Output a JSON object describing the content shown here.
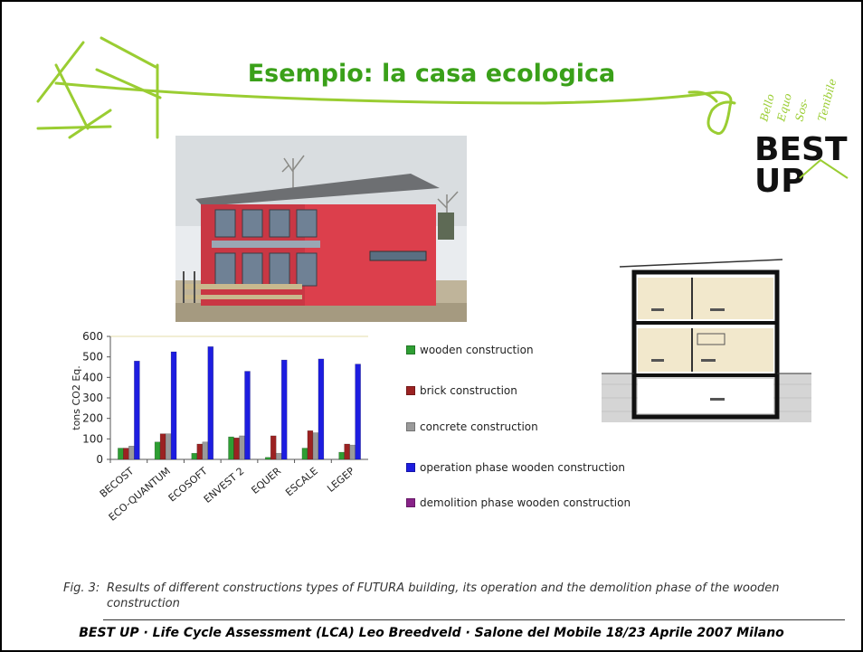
{
  "slide": {
    "title": "Esempio: la casa ecologica",
    "footer": "BEST UP · Life Cycle Assessment (LCA) Leo Breedveld · Salone del Mobile 18/23 Aprile 2007 Milano"
  },
  "logo": {
    "script_words": [
      "Bello",
      "Equo",
      "Sos-",
      "Tenibile"
    ],
    "best": "BEST",
    "up": "UP"
  },
  "colors": {
    "title_green": "#3aa019",
    "branch_green": "#9acd32",
    "house_red": "#dc3f4c"
  },
  "caption": {
    "label": "Fig. 3:",
    "text": "Results of different constructions types of FUTURA building, its operation and the demolition phase of the wooden construction"
  },
  "chart_data": {
    "type": "bar",
    "ylabel": "tons CO2 Eq.",
    "ylim": [
      0,
      600
    ],
    "yticks": [
      "0",
      "100",
      "200",
      "300",
      "400",
      "500",
      "600"
    ],
    "categories": [
      "BECOST",
      "ECO-QUANTUM",
      "ECOSOFT",
      "ENVEST 2",
      "EQUER",
      "ESCALE",
      "LEGEP"
    ],
    "series": [
      {
        "name": "wooden construction",
        "color": "#2e9e33",
        "values": [
          55,
          85,
          30,
          110,
          10,
          55,
          35
        ]
      },
      {
        "name": "brick construction",
        "color": "#9b2222",
        "values": [
          55,
          125,
          75,
          105,
          115,
          140,
          75
        ]
      },
      {
        "name": "concrete construction",
        "color": "#9a9a9a",
        "values": [
          65,
          125,
          85,
          115,
          30,
          130,
          70
        ]
      },
      {
        "name": "operation phase wooden construction",
        "color": "#1d1de0",
        "values": [
          480,
          525,
          550,
          430,
          485,
          490,
          465
        ]
      },
      {
        "name": "demolition phase wooden construction",
        "color": "#882288",
        "values": [
          0,
          0,
          0,
          0,
          0,
          0,
          0
        ]
      }
    ],
    "grid": false,
    "legend_position": "right"
  }
}
